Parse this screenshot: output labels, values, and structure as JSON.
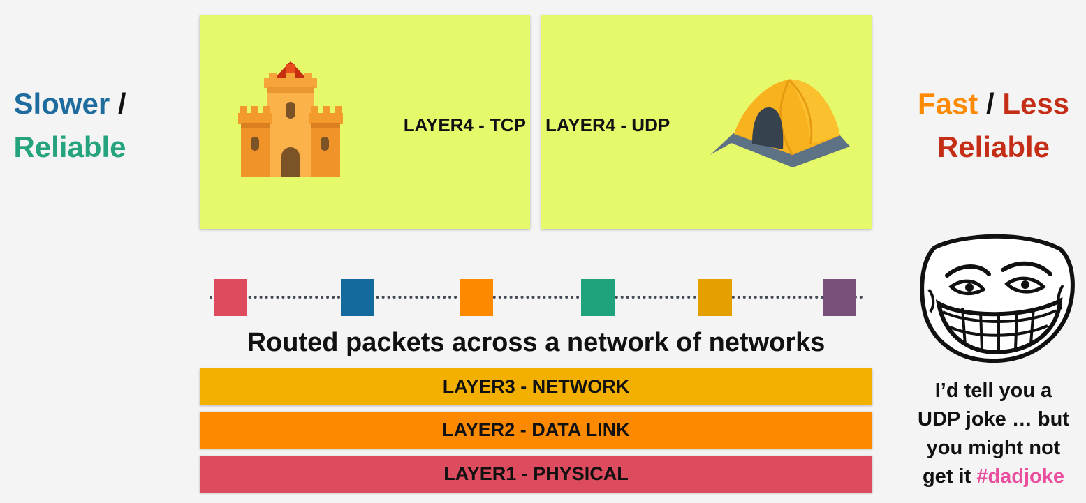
{
  "left_label": {
    "slower": "Slower",
    "slash": " /",
    "reliable": "Reliable"
  },
  "right_label": {
    "fast": "Fast",
    "slash": " / ",
    "less": "Less",
    "reliable": "Reliable"
  },
  "tcp_box": {
    "label": "LAYER4 - TCP",
    "icon": "castle-icon"
  },
  "udp_box": {
    "label": "LAYER4 - UDP",
    "icon": "tent-icon"
  },
  "packets": [
    {
      "name": "packet-1",
      "color": "#de4b5e"
    },
    {
      "name": "packet-2",
      "color": "#146a9c"
    },
    {
      "name": "packet-3",
      "color": "#fd8900"
    },
    {
      "name": "packet-4",
      "color": "#1fa37d"
    },
    {
      "name": "packet-5",
      "color": "#e59f00"
    },
    {
      "name": "packet-6",
      "color": "#785079"
    }
  ],
  "route_caption": "Routed packets across a network of networks",
  "layers": [
    {
      "label": "LAYER3 - NETWORK",
      "color": "#f4b000"
    },
    {
      "label": "LAYER2 - DATA LINK",
      "color": "#fd8900"
    },
    {
      "label": "LAYER1 - PHYSICAL",
      "color": "#dd4b5e"
    }
  ],
  "joke": {
    "line1": "I’d tell you a",
    "line2": "UDP joke … but",
    "line3": "you might not",
    "line4": "get it",
    "hashtag": "#dadjoke"
  },
  "colors": {
    "slower": "#1e6c9e",
    "reliable_left": "#25a37e",
    "fast": "#fd8a00",
    "less_reliable": "#c52e16",
    "hashtag": "#e94f9e",
    "box_bg": "#e6f96b"
  }
}
